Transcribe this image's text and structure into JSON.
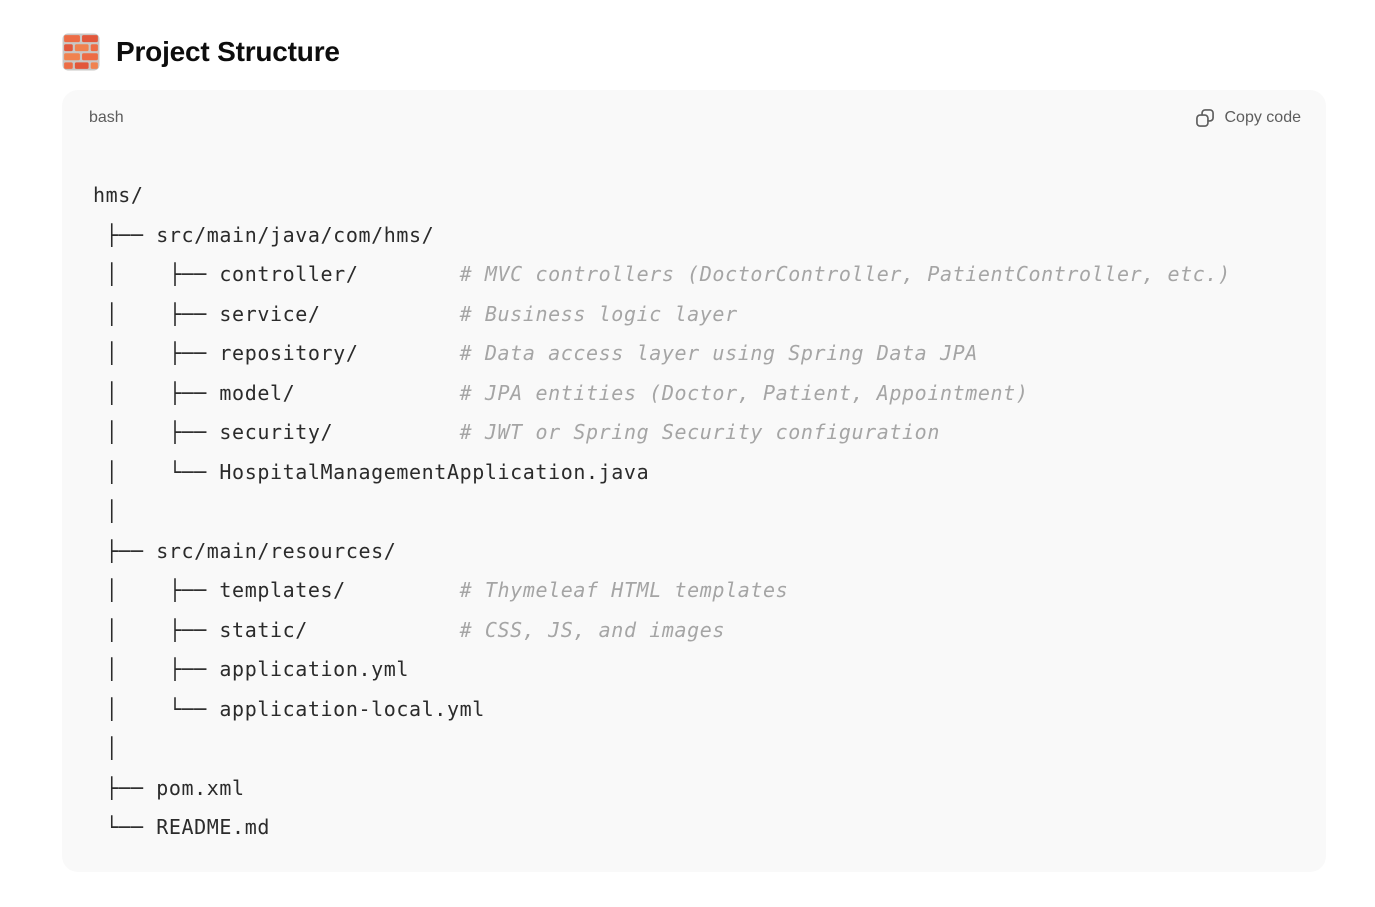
{
  "colors": {
    "code_block_bg": "#f9f9f9",
    "code_text": "#2b2b2b",
    "comment_text": "#a5a5a5",
    "muted_text": "#5d5d5d",
    "heading_text": "#0d0d0d",
    "brick_orange": "#e8643c",
    "brick_orange_light": "#f08b57",
    "brick_mortar": "#c9c7c5"
  },
  "header": {
    "title": "Project Structure",
    "title_icon": "brick-wall-icon"
  },
  "code_block": {
    "language_label": "bash",
    "copy_button_label": "Copy code",
    "copy_button_icon": "copy-icon",
    "comment_column": 29,
    "lines": [
      {
        "code": "hms/"
      },
      {
        "code": " ├── src/main/java/com/hms/"
      },
      {
        "code": " │    ├── controller/",
        "comment": "# MVC controllers (DoctorController, PatientController, etc.)"
      },
      {
        "code": " │    ├── service/",
        "comment": "# Business logic layer"
      },
      {
        "code": " │    ├── repository/",
        "comment": "# Data access layer using Spring Data JPA"
      },
      {
        "code": " │    ├── model/",
        "comment": "# JPA entities (Doctor, Patient, Appointment)"
      },
      {
        "code": " │    ├── security/",
        "comment": "# JWT or Spring Security configuration"
      },
      {
        "code": " │    └── HospitalManagementApplication.java"
      },
      {
        "code": " │"
      },
      {
        "code": " ├── src/main/resources/"
      },
      {
        "code": " │    ├── templates/",
        "comment": "# Thymeleaf HTML templates"
      },
      {
        "code": " │    ├── static/",
        "comment": "# CSS, JS, and images"
      },
      {
        "code": " │    ├── application.yml"
      },
      {
        "code": " │    └── application-local.yml"
      },
      {
        "code": " │"
      },
      {
        "code": " ├── pom.xml"
      },
      {
        "code": " └── README.md"
      }
    ]
  }
}
